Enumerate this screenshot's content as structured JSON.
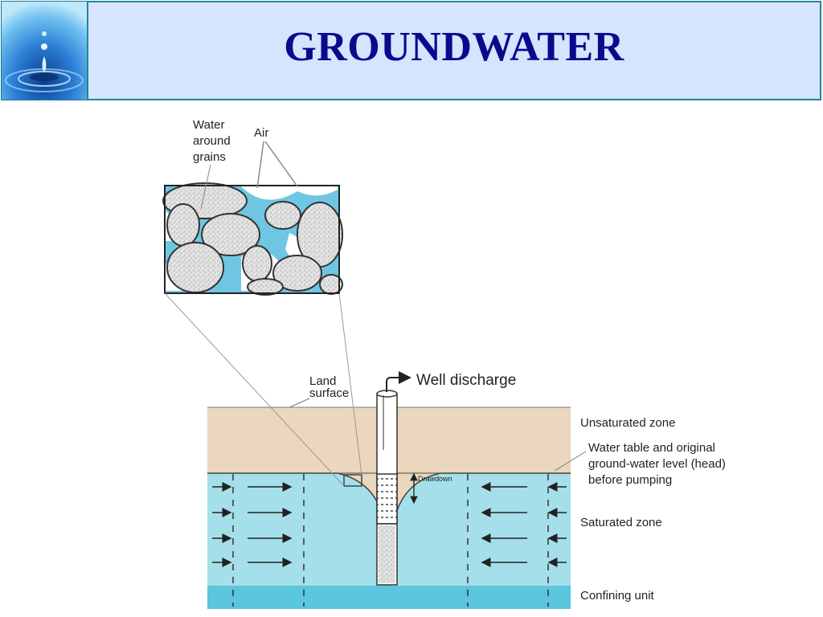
{
  "title": "GROUNDWATER",
  "logo": {
    "icon": "water-drop-icon"
  },
  "labels": {
    "water_around_grains": [
      "Water",
      "around",
      "grains"
    ],
    "air": "Air",
    "land_surface": [
      "Land",
      "surface"
    ],
    "well_discharge": "Well discharge",
    "unsaturated_zone": "Unsaturated zone",
    "water_table": [
      "Water table and original",
      "ground-water level (head)",
      "before pumping"
    ],
    "drawdown": "Drawdown",
    "saturated_zone": "Saturated zone",
    "confining_unit": "Confining unit"
  },
  "colors": {
    "unsaturated": "#ead7bd",
    "saturated": "#a5dfea",
    "confining": "#5bc6dd",
    "pore_water": "#69c7e3",
    "grain": "#e3e3e3",
    "title_text": "#0a0a8c",
    "title_bg": "#d6e4ff"
  }
}
